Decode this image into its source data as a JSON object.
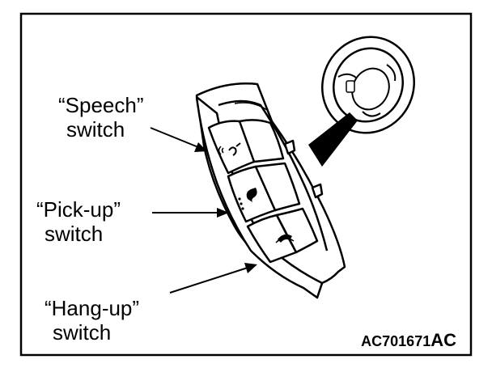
{
  "labels": {
    "speech": {
      "line1": "“Speech”",
      "line2": "switch"
    },
    "pickup": {
      "line1": "“Pick-up”",
      "line2": "switch"
    },
    "hangup": {
      "line1": "“Hang-up”",
      "line2": "switch"
    }
  },
  "figure_code": {
    "prefix": "AC701671",
    "suffix": "AC"
  },
  "icons": [
    "steering-wheel-icon",
    "speech-icon",
    "pick-up-phone-icon",
    "hang-up-phone-icon"
  ]
}
